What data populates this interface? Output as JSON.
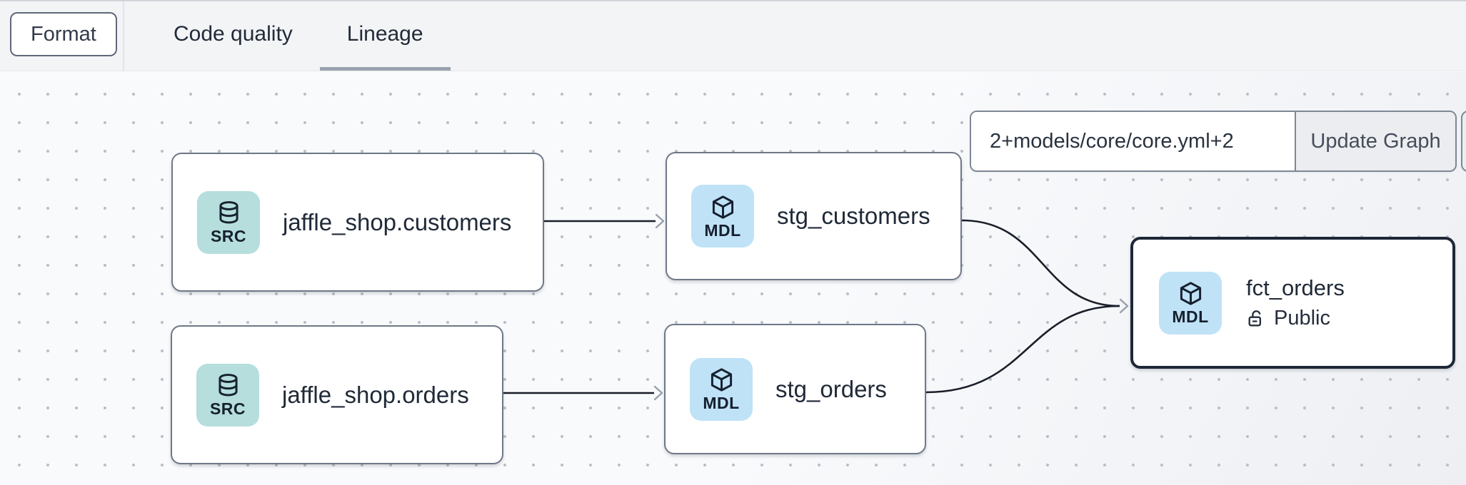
{
  "header": {
    "format_button": "Format",
    "tabs": [
      {
        "label": "Code quality",
        "active": false
      },
      {
        "label": "Lineage",
        "active": true
      }
    ]
  },
  "lineage": {
    "filter": {
      "query": "2+models/core/core.yml+2",
      "update_button": "Update Graph"
    },
    "nodes": [
      {
        "id": "jaffle_shop.customers",
        "badge": "SRC",
        "type": "source",
        "icon": "database-icon",
        "label": "jaffle_shop.customers",
        "selected": false
      },
      {
        "id": "stg_customers",
        "badge": "MDL",
        "type": "model",
        "icon": "cube-icon",
        "label": "stg_customers",
        "selected": false
      },
      {
        "id": "jaffle_shop.orders",
        "badge": "SRC",
        "type": "source",
        "icon": "database-icon",
        "label": "jaffle_shop.orders",
        "selected": false
      },
      {
        "id": "stg_orders",
        "badge": "MDL",
        "type": "model",
        "icon": "cube-icon",
        "label": "stg_orders",
        "selected": false
      },
      {
        "id": "fct_orders",
        "badge": "MDL",
        "type": "model",
        "icon": "cube-icon",
        "label": "fct_orders",
        "access": "Public",
        "access_icon": "lock-open-icon",
        "selected": true
      }
    ],
    "edges": [
      {
        "from": "jaffle_shop.customers",
        "to": "stg_customers"
      },
      {
        "from": "jaffle_shop.orders",
        "to": "stg_orders"
      },
      {
        "from": "stg_customers",
        "to": "fct_orders"
      },
      {
        "from": "stg_orders",
        "to": "fct_orders"
      }
    ],
    "colors": {
      "source_badge": "#b5dedd",
      "model_badge": "#bfe2f7",
      "selected_border": "#1d2737",
      "node_border": "#6e7887",
      "edge_line": "#1a1f29",
      "arrowhead": "#99a0ac",
      "tab_underline": "#99a2af"
    }
  }
}
